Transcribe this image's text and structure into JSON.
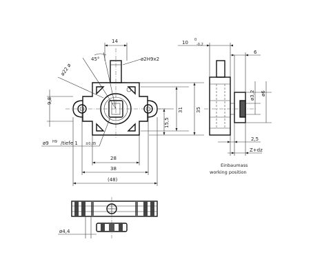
{
  "drawing": {
    "dimensions": {
      "d14": "14",
      "d10": "10",
      "d10_tol": "0",
      "d10_tol2": "-0,2",
      "d6": "6",
      "d45": "45°",
      "d22": "ø22 ø",
      "dhole": "ø2H9x2",
      "d98": "9,8",
      "d31": "31",
      "d35": "35",
      "d155": "15,5",
      "d32": "ø3,2",
      "d6b": "ø6",
      "d9": "ø9",
      "dH9": "H9",
      "dtiefe": "/tiefe 1",
      "d005": "±0,05",
      "d28": "28",
      "d38": "38",
      "d48": "(48)",
      "d25": "2,5",
      "dz": "Z+dz",
      "d44": "ø4,4"
    },
    "notes": {
      "einbau": "Einbaumass",
      "working": "working position"
    }
  }
}
